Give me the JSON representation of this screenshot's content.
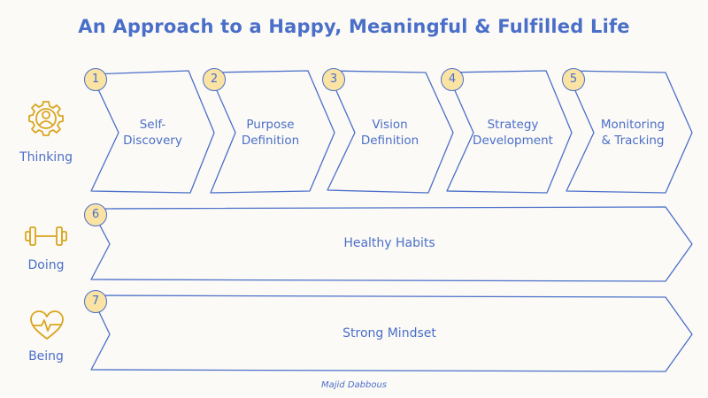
{
  "title": "An Approach to a Happy, Meaningful & Fulfilled Life",
  "rows": [
    {
      "label": "Thinking",
      "icon": "gear-person-icon"
    },
    {
      "label": "Doing",
      "icon": "dumbbell-icon"
    },
    {
      "label": "Being",
      "icon": "heart-pulse-icon"
    }
  ],
  "steps": [
    {
      "number": "1",
      "label": "Self-\nDiscovery"
    },
    {
      "number": "2",
      "label": "Purpose\nDefinition"
    },
    {
      "number": "3",
      "label": "Vision\nDefinition"
    },
    {
      "number": "4",
      "label": "Strategy\nDevelopment"
    },
    {
      "number": "5",
      "label": "Monitoring\n& Tracking"
    }
  ],
  "bars": [
    {
      "number": "6",
      "label": "Healthy Habits"
    },
    {
      "number": "7",
      "label": "Strong Mindset"
    }
  ],
  "author": "Majid Dabbous",
  "colors": {
    "accent": "#4a6fc9",
    "icon_gold": "#d9a520",
    "badge_fill": "#fbe3a3",
    "background": "#fcfaf6"
  }
}
